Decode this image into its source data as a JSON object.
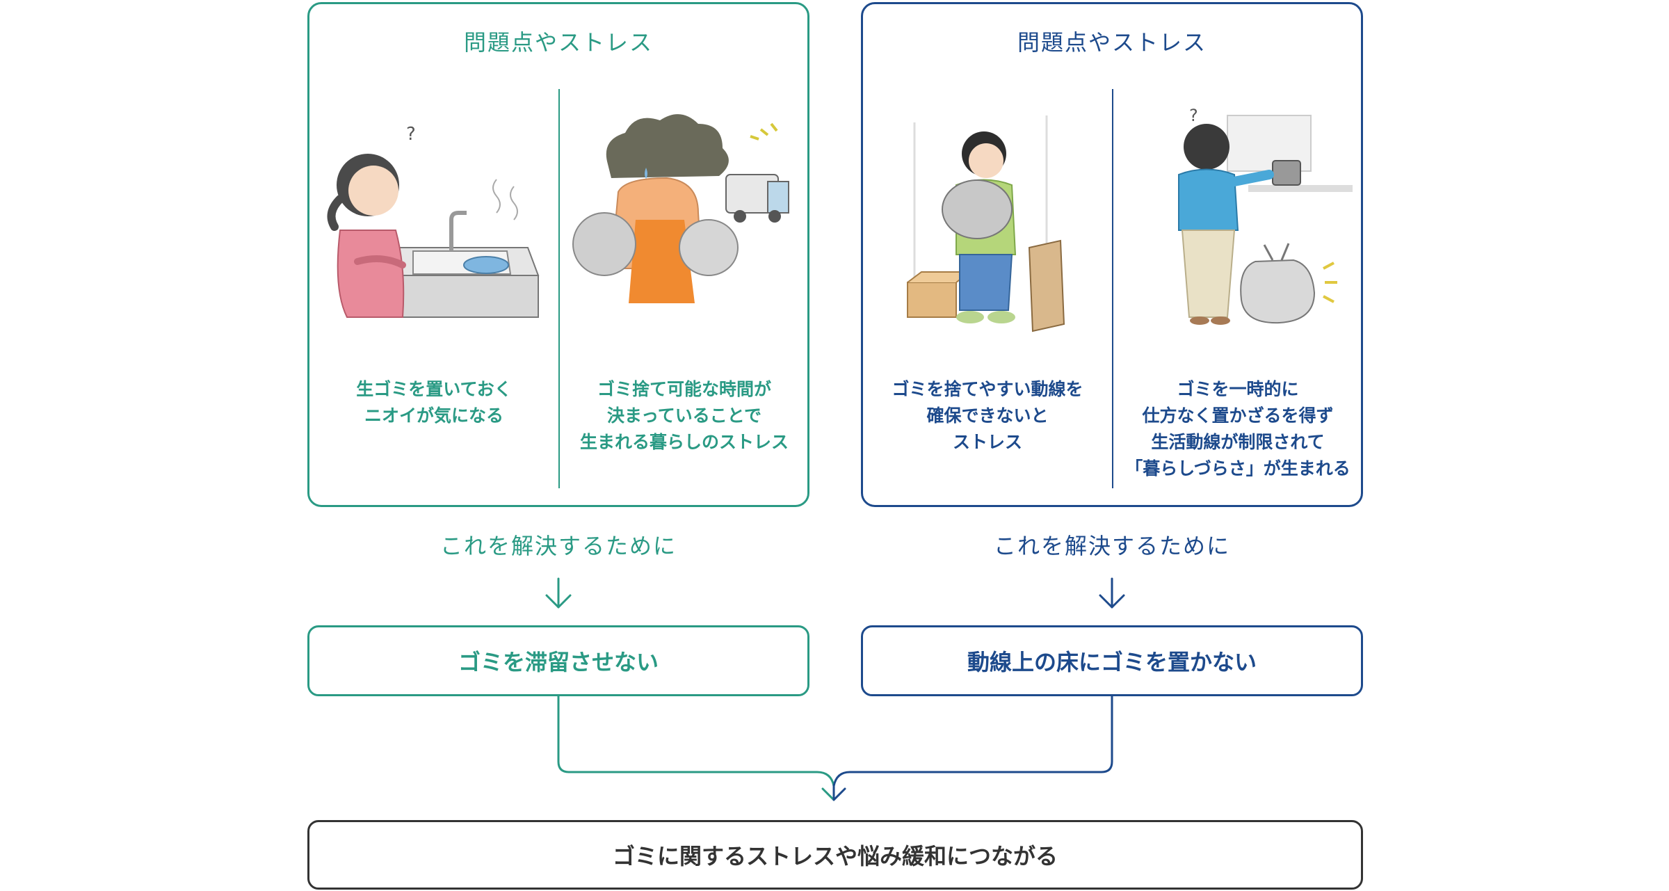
{
  "colors": {
    "green": "#2a9a84",
    "blue": "#1d4a8c",
    "dark": "#333333"
  },
  "left_group": {
    "title": "問題点やストレス",
    "items": [
      {
        "icon": "kitchen-sink-garbage-smell-illustration",
        "caption": "生ゴミを置いておく\nニオイが気になる"
      },
      {
        "icon": "garbage-truck-collection-time-illustration",
        "caption": "ゴミ捨て可能な時間が\n決まっていることで\n生まれる暮らしのストレス"
      }
    ],
    "resolve_text": "これを解決するために",
    "solution": "ゴミを滞留させない"
  },
  "right_group": {
    "title": "問題点やストレス",
    "items": [
      {
        "icon": "carrying-garbage-bag-illustration",
        "caption": "ゴミを捨てやすい動線を\n確保できないと\nストレス"
      },
      {
        "icon": "cooking-with-garbage-bag-illustration",
        "caption": "ゴミを一時的に\n仕方なく置かざるを得ず\n生活動線が制限されて\n「暮らしづらさ」が生まれる"
      }
    ],
    "resolve_text": "これを解決するために",
    "solution": "動線上の床にゴミを置かない"
  },
  "conclusion": "ゴミに関するストレスや悩み緩和につながる"
}
